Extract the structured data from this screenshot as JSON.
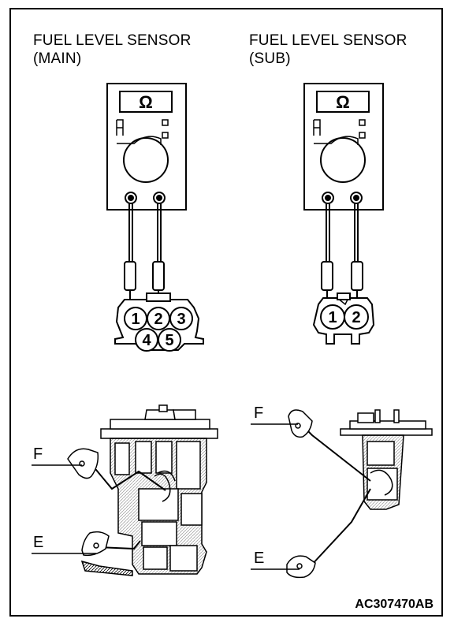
{
  "labels": {
    "main_title_line1": "FUEL LEVEL SENSOR",
    "main_title_line2": "(MAIN)",
    "sub_title_line1": "FUEL LEVEL SENSOR",
    "sub_title_line2": "(SUB)",
    "ohm_symbol": "Ω",
    "callout_f": "F",
    "callout_e": "E",
    "figure_code": "AC307470AB"
  },
  "main_connector_pins": [
    "1",
    "2",
    "3",
    "4",
    "5"
  ],
  "sub_connector_pins": [
    "1",
    "2"
  ]
}
